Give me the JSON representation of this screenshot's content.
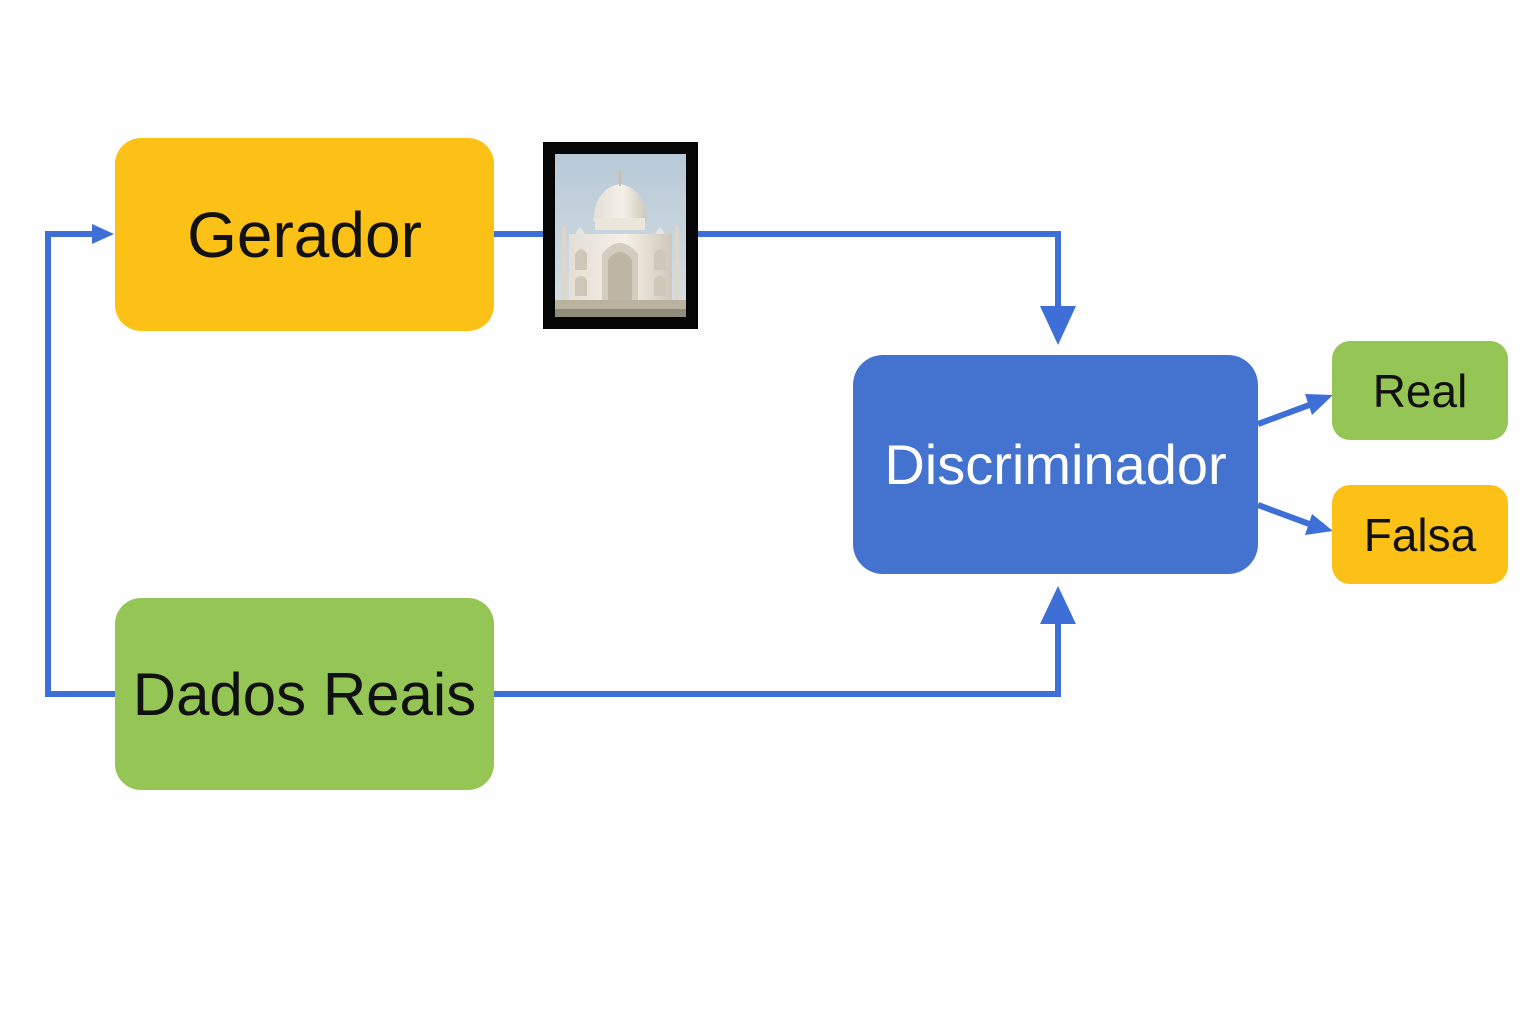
{
  "diagram": {
    "nodes": {
      "generator": {
        "label": "Gerador",
        "color": "#fcc116"
      },
      "real_data": {
        "label": "Dados Reais",
        "color": "#94c555"
      },
      "discriminator": {
        "label": "Discriminador",
        "color": "#4472cf"
      },
      "output_real": {
        "label": "Real",
        "color": "#94c555"
      },
      "output_fake": {
        "label": "Falsa",
        "color": "#fcc116"
      }
    },
    "generated_image": {
      "icon": "taj-mahal-photo-icon"
    },
    "edges": [
      {
        "from": "Dados Reais",
        "to": "Gerador"
      },
      {
        "from": "Gerador",
        "to": "Discriminador"
      },
      {
        "from": "Dados Reais",
        "to": "Discriminador"
      },
      {
        "from": "Discriminador",
        "to": "Real"
      },
      {
        "from": "Discriminador",
        "to": "Falsa"
      }
    ],
    "connector_color": "#3e6fd6",
    "discriminator_text_color": "#ffffff"
  }
}
